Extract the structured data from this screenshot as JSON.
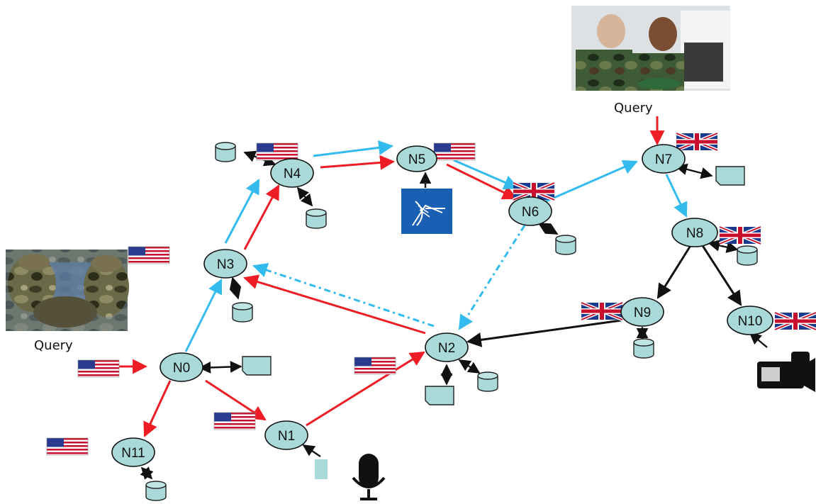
{
  "nodes": [
    "N0",
    "N1",
    "N2",
    "N3",
    "N4",
    "N5",
    "N6",
    "N7",
    "N8",
    "N9",
    "N10",
    "N11"
  ],
  "captions": {
    "query_left": "Query",
    "query_top": "Query"
  },
  "colors": {
    "node_fill": "#a9d9d9",
    "store_fill": "#a9d9d9",
    "red_edge": "#ee1c24",
    "blue_edge": "#33bbee",
    "black_edge": "#111111",
    "us_red": "#c8102e",
    "us_blue": "#2a3b8f",
    "uk_blue": "#1a3a8f"
  },
  "flags": {
    "us": [
      "query-left",
      "N0",
      "N11",
      "N1",
      "N2",
      "N4",
      "N5"
    ],
    "uk": [
      "N6",
      "N7",
      "N8",
      "N9",
      "N10"
    ]
  },
  "icons": [
    "database-icon",
    "document-icon",
    "antenna-icon",
    "microphone-icon",
    "video-camera-icon",
    "soldiers-photo",
    "analysts-photo"
  ],
  "edges": [
    {
      "from": "query-left",
      "to": "N0",
      "color": "red"
    },
    {
      "from": "N0",
      "to": "N11",
      "color": "red"
    },
    {
      "from": "N0",
      "to": "N1",
      "color": "red"
    },
    {
      "from": "N0",
      "to": "N3",
      "color": "blue"
    },
    {
      "from": "N3",
      "to": "N4",
      "color": "blue"
    },
    {
      "from": "N3",
      "to": "N4",
      "color": "red"
    },
    {
      "from": "N4",
      "to": "N5",
      "color": "blue"
    },
    {
      "from": "N4",
      "to": "N5",
      "color": "red"
    },
    {
      "from": "N5",
      "to": "N6",
      "color": "blue"
    },
    {
      "from": "N5",
      "to": "N6",
      "color": "red"
    },
    {
      "from": "N6",
      "to": "N7",
      "color": "blue"
    },
    {
      "from": "N6",
      "to": "N2",
      "color": "blue-dashed"
    },
    {
      "from": "N2",
      "to": "N3",
      "color": "blue-dashed"
    },
    {
      "from": "N2",
      "to": "N3",
      "color": "red"
    },
    {
      "from": "N1",
      "to": "N2",
      "color": "red"
    },
    {
      "from": "query-top",
      "to": "N7",
      "color": "red"
    },
    {
      "from": "N7",
      "to": "N8",
      "color": "blue"
    },
    {
      "from": "N8",
      "to": "N9",
      "color": "black"
    },
    {
      "from": "N8",
      "to": "N10",
      "color": "black"
    },
    {
      "from": "N9",
      "to": "N2",
      "color": "black"
    }
  ]
}
